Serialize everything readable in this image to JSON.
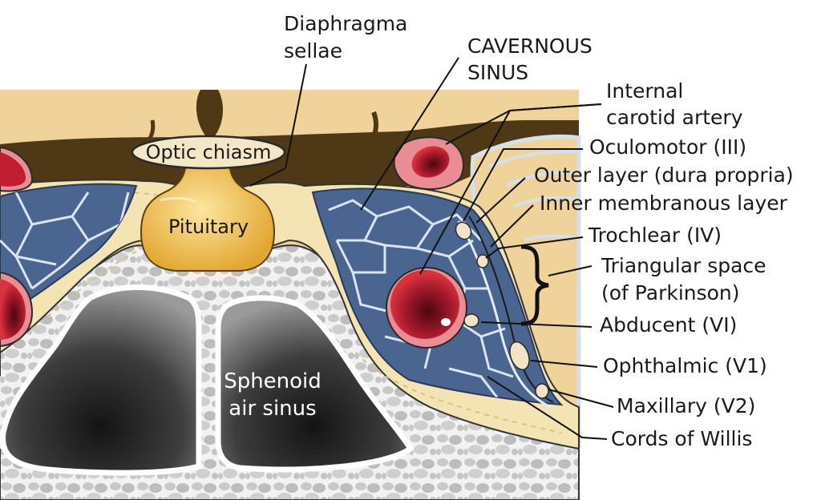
{
  "diagram": {
    "labels": {
      "diaphragma_sellae_1": "Diaphragma",
      "diaphragma_sellae_2": "sellae",
      "cavernous_sinus_1": "CAVERNOUS",
      "cavernous_sinus_2": "SINUS",
      "internal_carotid_1": "Internal",
      "internal_carotid_2": "carotid artery",
      "oculomotor": "Oculomotor (III)",
      "outer_layer": "Outer layer (dura propria)",
      "inner_layer": "Inner membranous layer",
      "trochlear": "Trochlear (IV)",
      "triangular_1": "Triangular space",
      "triangular_2": "(of Parkinson)",
      "abducent": "Abducent (VI)",
      "ophthalmic": "Ophthalmic (V1)",
      "maxillary": "Maxillary (V2)",
      "cords_willis": "Cords of Willis",
      "optic_chiasm": "Optic chiasm",
      "pituitary": "Pituitary",
      "sphenoid_1": "Sphenoid",
      "sphenoid_2": "air sinus"
    },
    "colors": {
      "brain_tissue": "#efd39a",
      "dark_brown": "#4e3816",
      "dura": "#f4e4b4",
      "venous_blue": "#4a6590",
      "artery_red": "#c21e32",
      "pituitary_gold": "#eab13c",
      "bone_gray": "#c9c9c9",
      "air_sinus_dark": "#2a2a2a"
    }
  }
}
